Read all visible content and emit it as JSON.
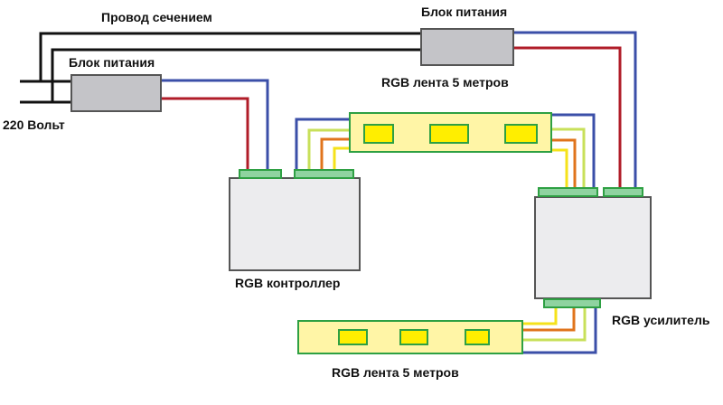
{
  "labels": {
    "wire_section": "Провод сечением",
    "psu_left": "Блок питания",
    "psu_right": "Блок питания",
    "mains": "220 Вольт",
    "strip_top": "RGB лента 5 метров",
    "controller": "RGB контроллер",
    "amplifier": "RGB усилитель",
    "strip_bottom": "RGB лента 5 метров"
  },
  "colors": {
    "wire_black": "#111111",
    "wire_blue": "#3b4fa8",
    "wire_red": "#b01c28",
    "wire_yellow": "#f5e21a",
    "wire_lime": "#c8e05a",
    "wire_orange": "#e0741c",
    "psu_fill": "#c4c4c8",
    "box_fill": "#ececee",
    "box_border": "#555555",
    "connector_fill": "#8fd3a0",
    "connector_border": "#2ea043",
    "strip_fill": "#fff5a6",
    "strip_border": "#2ea043",
    "led_fill": "#ffee00"
  }
}
